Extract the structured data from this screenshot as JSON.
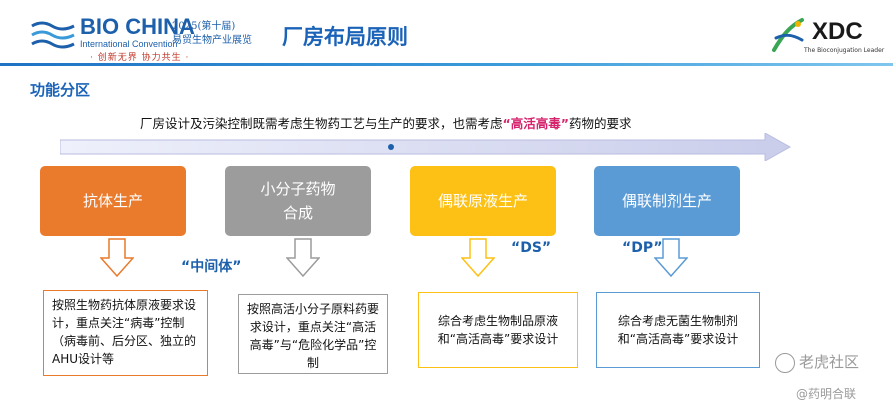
{
  "header": {
    "logo": {
      "main": "BIO CHINA",
      "sub": "International Convention",
      "year": "2025(第十届)",
      "event": "易贸生物产业展览",
      "slogan": "· 创新无界 协力共生 ·"
    },
    "title": "厂房布局原则",
    "brand": {
      "name": "XDC",
      "tagline": "The Bioconjugation Leader"
    },
    "colors": {
      "primary": "#1b63b8",
      "accent_line": "#3a9ad9"
    }
  },
  "section_title": "功能分区",
  "intro": {
    "text_before": "厂房设计及污染控制既需考虑生物药工艺与生产的要求，也需考虑",
    "highlight": "“高活高毒”",
    "text_after": "药物的要求"
  },
  "stages": [
    {
      "label": "抗体生产",
      "color": "#ea7a2c",
      "tag": "",
      "description": "按照生物药抗体原液要求设计，重点关注“病毒”控制（病毒前、后分区、独立的AHU设计等"
    },
    {
      "label": "小分子药物\n合成",
      "color": "#9c9c9c",
      "tag": "“中间体”",
      "description": "按照高活小分子原料药要求设计，重点关注“高活高毒”与“危险化学品”控制"
    },
    {
      "label": "偶联原液生产",
      "color": "#fdc014",
      "tag": "“DS”",
      "description": "综合考虑生物制品原液和“高活高毒”要求设计"
    },
    {
      "label": "偶联制剂生产",
      "color": "#5b9bd5",
      "tag": "“DP”",
      "description": "综合考虑无菌生物制剂和“高活高毒”要求设计"
    }
  ],
  "watermark": {
    "community": "老虎社区",
    "source": "@药明合联"
  }
}
